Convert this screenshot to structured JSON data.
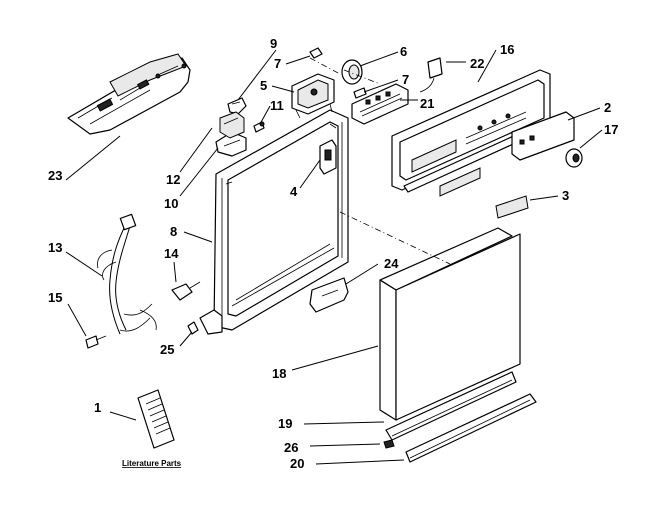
{
  "diagram": {
    "callouts": {
      "c1": "1",
      "c2": "2",
      "c3": "3",
      "c4": "4",
      "c5": "5",
      "c6": "6",
      "c7a": "7",
      "c7b": "7",
      "c8": "8",
      "c9": "9",
      "c10": "10",
      "c11": "11",
      "c12": "12",
      "c13": "13",
      "c14": "14",
      "c15": "15",
      "c16": "16",
      "c17": "17",
      "c18": "18",
      "c19": "19",
      "c20": "20",
      "c21": "21",
      "c22": "22",
      "c23": "23",
      "c24": "24",
      "c25": "25",
      "c26": "26"
    },
    "literature_caption": "Literature Parts"
  }
}
